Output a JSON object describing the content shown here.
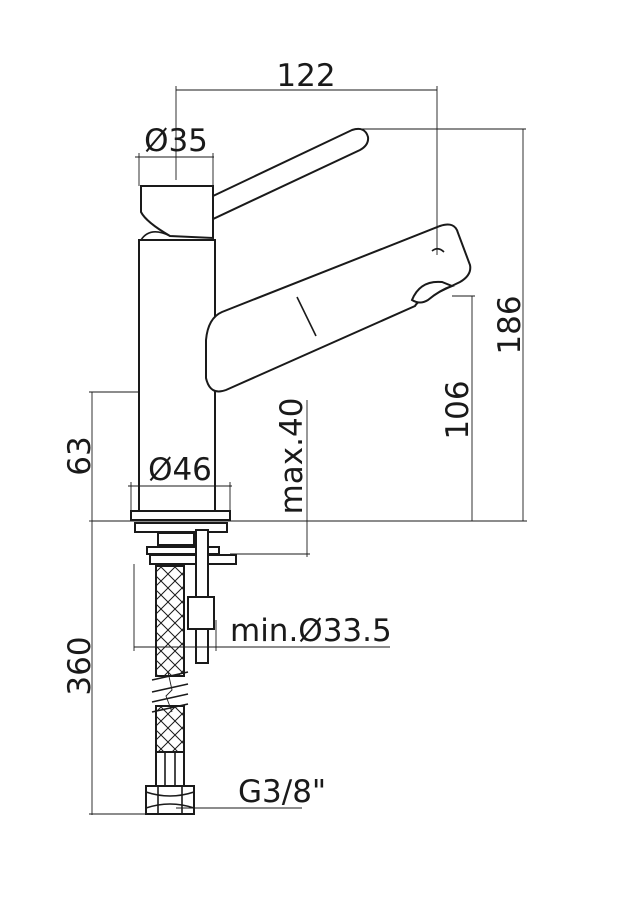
{
  "dimensions": {
    "spout_reach": "122",
    "handle_diameter": "Ø35",
    "total_height": "186",
    "outlet_height": "106",
    "base_height": "63",
    "base_diameter": "Ø46",
    "max_deck_thickness": "max.40",
    "min_hole_diameter": "min.Ø33.5",
    "hose_length": "360",
    "hose_connection": "G3/8\""
  },
  "colors": {
    "line": "#1a1a1a",
    "background": "#ffffff"
  }
}
